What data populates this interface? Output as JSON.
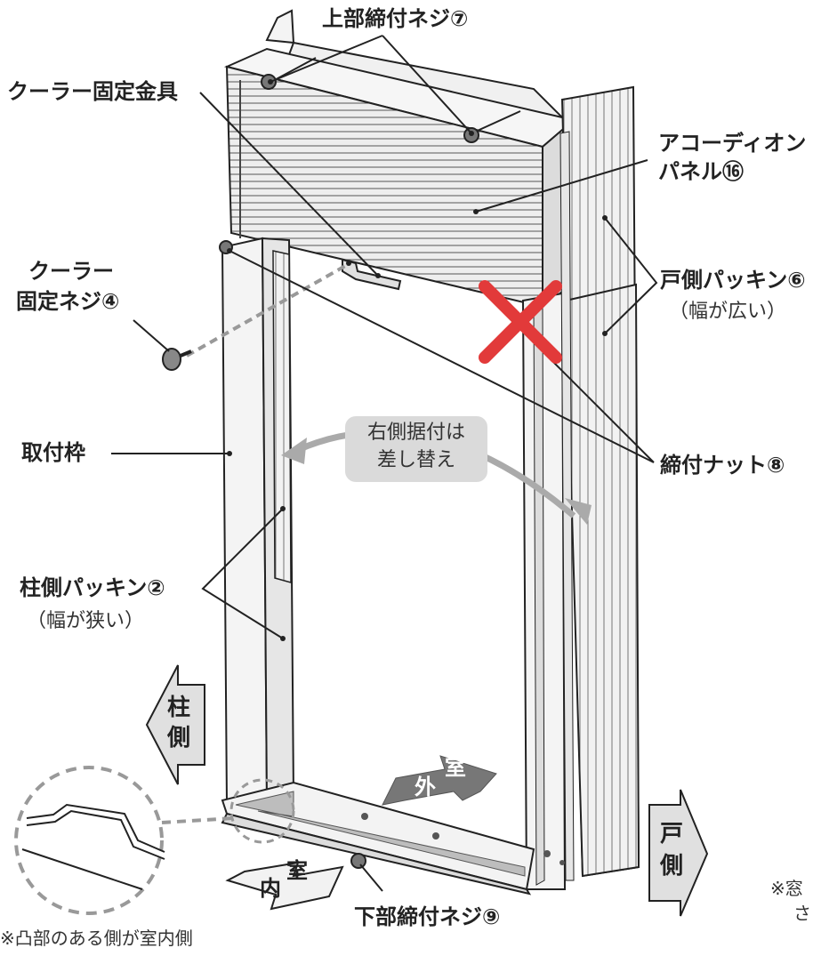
{
  "labels": {
    "top_screw": "上部締付ネジ⑦",
    "cooler_bracket": "クーラー固定金具",
    "accordion_1": "アコーディオン",
    "accordion_2": "パネル⑯",
    "cooler_screw_1": "クーラー",
    "cooler_screw_2": "固定ネジ④",
    "door_packing": "戸側パッキン⑥",
    "door_packing_note": "（幅が広い）",
    "nut": "締付ナット⑧",
    "frame": "取付枠",
    "pillar_packing": "柱側パッキン②",
    "pillar_packing_note": "（幅が狭い）",
    "bottom_screw": "下部締付ネジ⑨",
    "convex_note": "※凸部のある側が室内側",
    "right_note_1": "※窓",
    "right_note_2": "さ"
  },
  "callout": {
    "line1": "右側据付は",
    "line2": "差し替え"
  },
  "arrows": {
    "pillar_1": "柱",
    "pillar_2": "側",
    "door_1": "戸",
    "door_2": "側",
    "outdoor_1": "外",
    "outdoor_2": "室",
    "indoor_1": "内",
    "indoor_2": "室"
  },
  "colors": {
    "line": "#222222",
    "panel": "#e9e9e9",
    "arrow_fill": "#e0e0e0",
    "dark_arrow": "#777777",
    "cross": "#e23a3a",
    "callout": "#dadada"
  }
}
